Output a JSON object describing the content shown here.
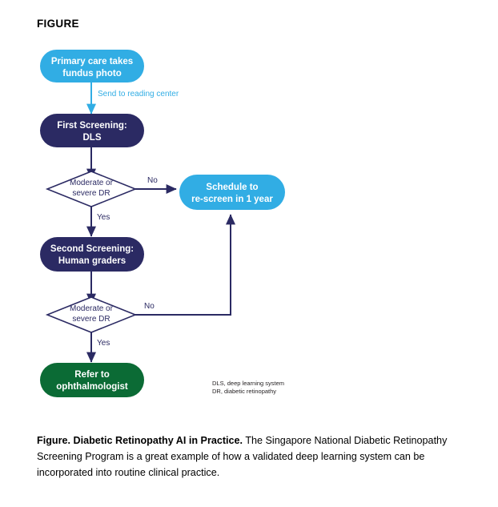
{
  "heading": "FIGURE",
  "diagram": {
    "nodes": [
      {
        "id": "primary-care",
        "label": "Primary care takes\nfundus photo",
        "color": "#31ade4",
        "text_color": "#ffffff"
      },
      {
        "id": "first-screening",
        "label": "First Screening:\nDLS",
        "color": "#2b2a63",
        "text_color": "#ffffff"
      },
      {
        "id": "decision-1",
        "label": "Moderate or\nsevere DR",
        "color": "#ffffff",
        "text_color": "#2b2a63"
      },
      {
        "id": "schedule-rescreen",
        "label": "Schedule to\nre-screen in 1 year",
        "color": "#31ade4",
        "text_color": "#ffffff"
      },
      {
        "id": "second-screening",
        "label": "Second Screening:\nHuman graders",
        "color": "#2b2a63",
        "text_color": "#ffffff"
      },
      {
        "id": "decision-2",
        "label": "Moderate or\nsevere DR",
        "color": "#ffffff",
        "text_color": "#2b2a63"
      },
      {
        "id": "refer",
        "label": "Refer to\nophthalmologist",
        "color": "#0b6b35",
        "text_color": "#ffffff"
      }
    ],
    "edge_labels": {
      "send_to_reading_center": "Send to reading center",
      "decision1_no": "No",
      "decision1_yes": "Yes",
      "decision2_no": "No",
      "decision2_yes": "Yes"
    },
    "footnote": "DLS, deep learning system\nDR, diabetic retinopathy",
    "colors": {
      "light_blue": "#31ade4",
      "navy": "#2b2a63",
      "green": "#0b6b35",
      "white": "#ffffff"
    }
  },
  "caption": {
    "bold_lead": "Figure. Diabetic Retinopathy AI in Practice.",
    "body": " The Singapore National Diabetic Retinopathy Screening Program is a great example of how a validated deep learning system can be incorporated into routine clinical practice."
  }
}
